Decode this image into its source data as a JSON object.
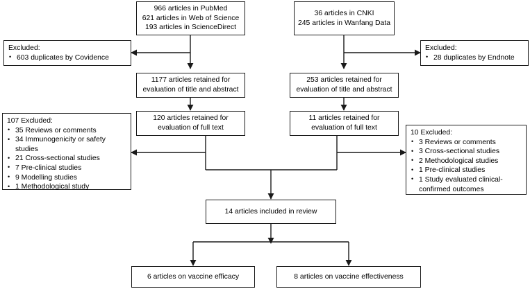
{
  "diagram": {
    "title": "PRISMA study selection flow diagram",
    "type": "flowchart",
    "stroke_color": "#1a1a1a",
    "background_color": "#ffffff"
  },
  "nodes": {
    "source_english": {
      "lines": [
        "966 articles in PubMed",
        "621 articles in Web of Science",
        "193  articles in ScienceDirect"
      ]
    },
    "source_chinese": {
      "lines": [
        "36 articles in CNKI",
        "245 articles in Wanfang Data"
      ]
    },
    "excluded_duplicates_left": {
      "lead": "Excluded:",
      "items": [
        "603 duplicates by Covidence"
      ]
    },
    "excluded_duplicates_right": {
      "lead": "Excluded:",
      "items": [
        "28 duplicates by Endnote"
      ]
    },
    "retained_title_abstract_left": {
      "lines": [
        "1177 articles retained for",
        "evaluation of title and abstract"
      ]
    },
    "retained_title_abstract_right": {
      "lines": [
        "253 articles retained for",
        "evaluation of title and abstract"
      ]
    },
    "retained_fulltext_left": {
      "lines": [
        "120 articles retained for",
        "evaluation of full text"
      ]
    },
    "retained_fulltext_right": {
      "lines": [
        "11 articles retained for",
        "evaluation of full text"
      ]
    },
    "excluded_fulltext_left": {
      "lead": "107 Excluded:",
      "items": [
        "35 Reviews or comments",
        "34 Immunogenicity or safety studies",
        "21 Cross-sectional studies",
        "7 Pre-clinical studies",
        "9 Modelling studies",
        "1 Methodological study"
      ]
    },
    "excluded_fulltext_right": {
      "lead": "10 Excluded:",
      "items": [
        "3 Reviews or comments",
        "3 Cross-sectional studies",
        "2 Methodological studies",
        "1 Pre-clinical studies",
        "1 Study evaluated clinical-confirmed outcomes"
      ]
    },
    "included_review": {
      "lines": [
        "14 articles included in review"
      ]
    },
    "outcome_efficacy": {
      "lines": [
        "6 articles on vaccine efficacy"
      ]
    },
    "outcome_effectiveness": {
      "lines": [
        "8 articles on vaccine effectiveness"
      ]
    }
  }
}
